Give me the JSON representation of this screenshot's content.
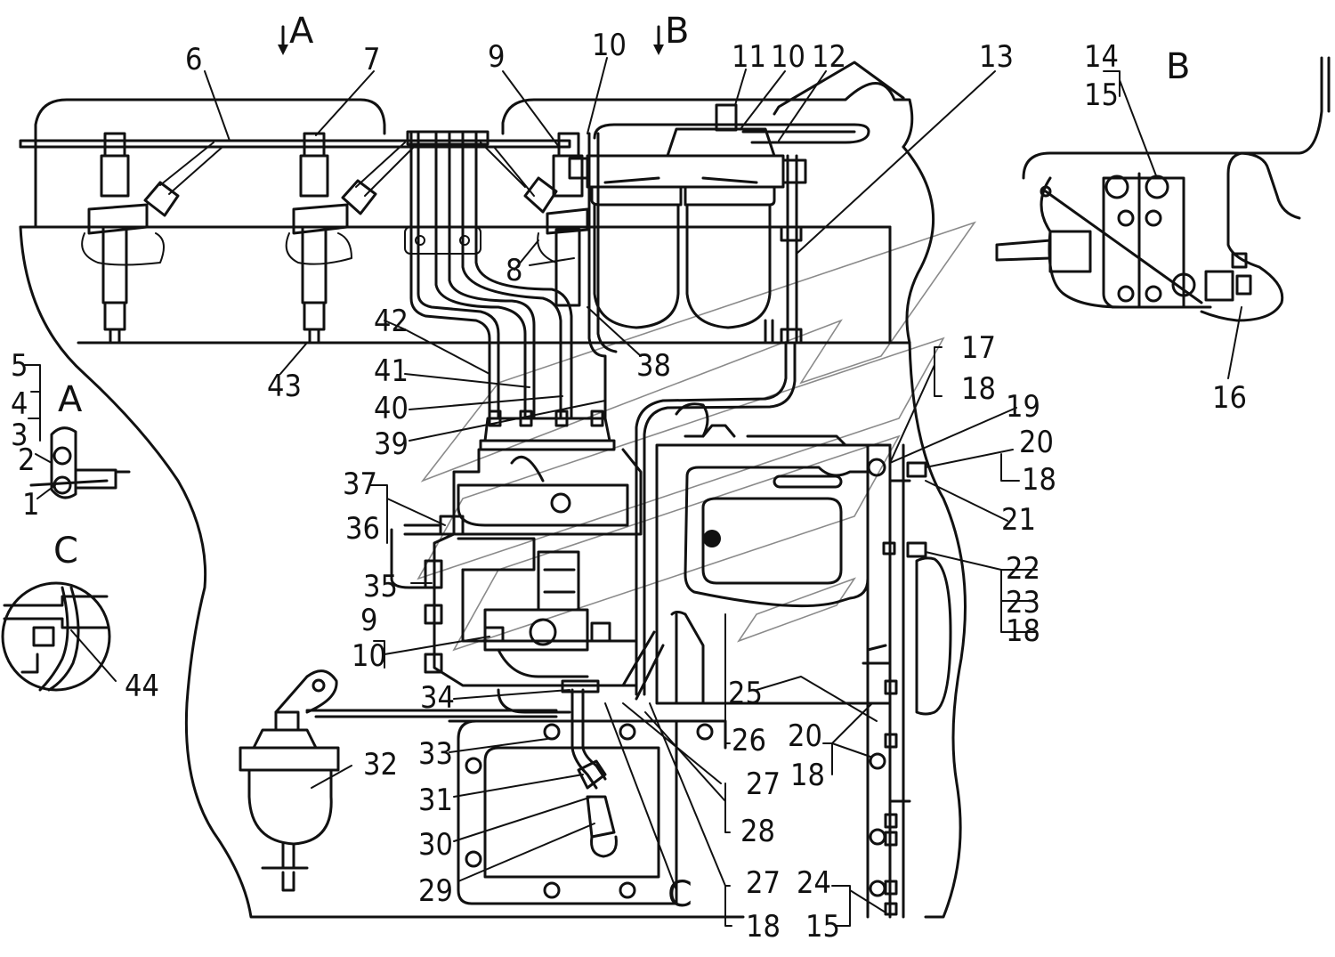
{
  "labels": [
    {
      "id": "6",
      "text": "6"
    },
    {
      "id": "7",
      "text": "7"
    },
    {
      "id": "9a",
      "text": "9"
    },
    {
      "id": "10a",
      "text": "10"
    },
    {
      "id": "11",
      "text": "11"
    },
    {
      "id": "10b",
      "text": "10"
    },
    {
      "id": "12",
      "text": "12"
    },
    {
      "id": "13",
      "text": "13"
    },
    {
      "id": "14",
      "text": "14"
    },
    {
      "id": "15a",
      "text": "15"
    },
    {
      "id": "8",
      "text": "8"
    },
    {
      "id": "42",
      "text": "42"
    },
    {
      "id": "41",
      "text": "41"
    },
    {
      "id": "40",
      "text": "40"
    },
    {
      "id": "39",
      "text": "39"
    },
    {
      "id": "38",
      "text": "38"
    },
    {
      "id": "43",
      "text": "43"
    },
    {
      "id": "17",
      "text": "17"
    },
    {
      "id": "18a",
      "text": "18"
    },
    {
      "id": "19",
      "text": "19"
    },
    {
      "id": "20a",
      "text": "20"
    },
    {
      "id": "18b",
      "text": "18"
    },
    {
      "id": "21",
      "text": "21"
    },
    {
      "id": "16",
      "text": "16"
    },
    {
      "id": "5",
      "text": "5"
    },
    {
      "id": "4",
      "text": "4"
    },
    {
      "id": "3",
      "text": "3"
    },
    {
      "id": "2",
      "text": "2"
    },
    {
      "id": "1",
      "text": "1"
    },
    {
      "id": "37",
      "text": "37"
    },
    {
      "id": "36",
      "text": "36"
    },
    {
      "id": "35",
      "text": "35"
    },
    {
      "id": "9b",
      "text": "9"
    },
    {
      "id": "10c",
      "text": "10"
    },
    {
      "id": "22",
      "text": "22"
    },
    {
      "id": "23",
      "text": "23"
    },
    {
      "id": "18c",
      "text": "18"
    },
    {
      "id": "44",
      "text": "44"
    },
    {
      "id": "34",
      "text": "34"
    },
    {
      "id": "25",
      "text": "25"
    },
    {
      "id": "26",
      "text": "26"
    },
    {
      "id": "20b",
      "text": "20"
    },
    {
      "id": "18d",
      "text": "18"
    },
    {
      "id": "33",
      "text": "33"
    },
    {
      "id": "32",
      "text": "32"
    },
    {
      "id": "27a",
      "text": "27"
    },
    {
      "id": "31",
      "text": "31"
    },
    {
      "id": "28",
      "text": "28"
    },
    {
      "id": "30",
      "text": "30"
    },
    {
      "id": "29",
      "text": "29"
    },
    {
      "id": "27b",
      "text": "27"
    },
    {
      "id": "24",
      "text": "24"
    },
    {
      "id": "18e",
      "text": "18"
    },
    {
      "id": "15b",
      "text": "15"
    }
  ],
  "views": {
    "A_arrow": "A",
    "B_arrow": "B",
    "A_detail": "A",
    "B_detail": "B",
    "C_detail": "C",
    "C_section": "C"
  }
}
